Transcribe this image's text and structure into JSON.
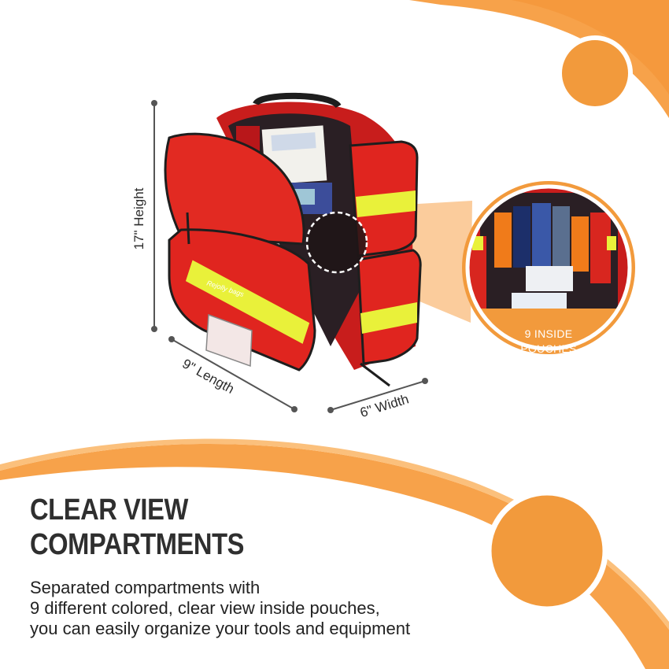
{
  "colors": {
    "accent_orange": "#f7a24a",
    "accent_orange_dark": "#f08a2c",
    "bag_red": "#d9201f",
    "bag_red_dark": "#a3100f",
    "reflective_yellow": "#e9f13a",
    "text_dark": "#2f2f2f"
  },
  "dimensions": {
    "height_label": "17\" Height",
    "length_label": "9\" Length",
    "width_label": "6\" Width"
  },
  "bag": {
    "brand_label": "Rejolly bags"
  },
  "zoom_badge": {
    "line1": "9 INSIDE",
    "line2": "POUCHES"
  },
  "headline": {
    "line1": "CLEAR VIEW",
    "line2": "COMPARTMENTS"
  },
  "description": {
    "line1": "Separated compartments with",
    "line2": "9 different colored, clear view inside pouches,",
    "line3": "you can easily organize your tools and equipment"
  },
  "icons": {
    "top_circle": "orange-circle-icon",
    "bottom_circle": "orange-circle-icon"
  }
}
